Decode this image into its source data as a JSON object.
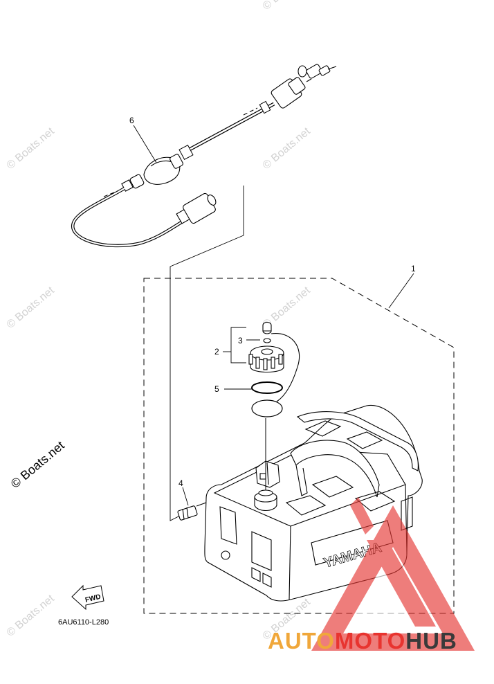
{
  "diagram": {
    "code": "6AU6110-L280",
    "fwd_label": "FWD",
    "tank_brand": "YAMAHA",
    "callouts": [
      "1",
      "2",
      "3",
      "4",
      "5",
      "6"
    ]
  },
  "watermark": {
    "small_text": "© Boats.net",
    "large_text": "© Boats.net"
  },
  "logo": {
    "part1": "AUTO",
    "part2": "MOTO",
    "part3": "HUB",
    "colors": {
      "auto": "#f0a73a",
      "moto": "#e8342f",
      "hub": "#3a3a3a",
      "triangle": "#e53935"
    }
  }
}
